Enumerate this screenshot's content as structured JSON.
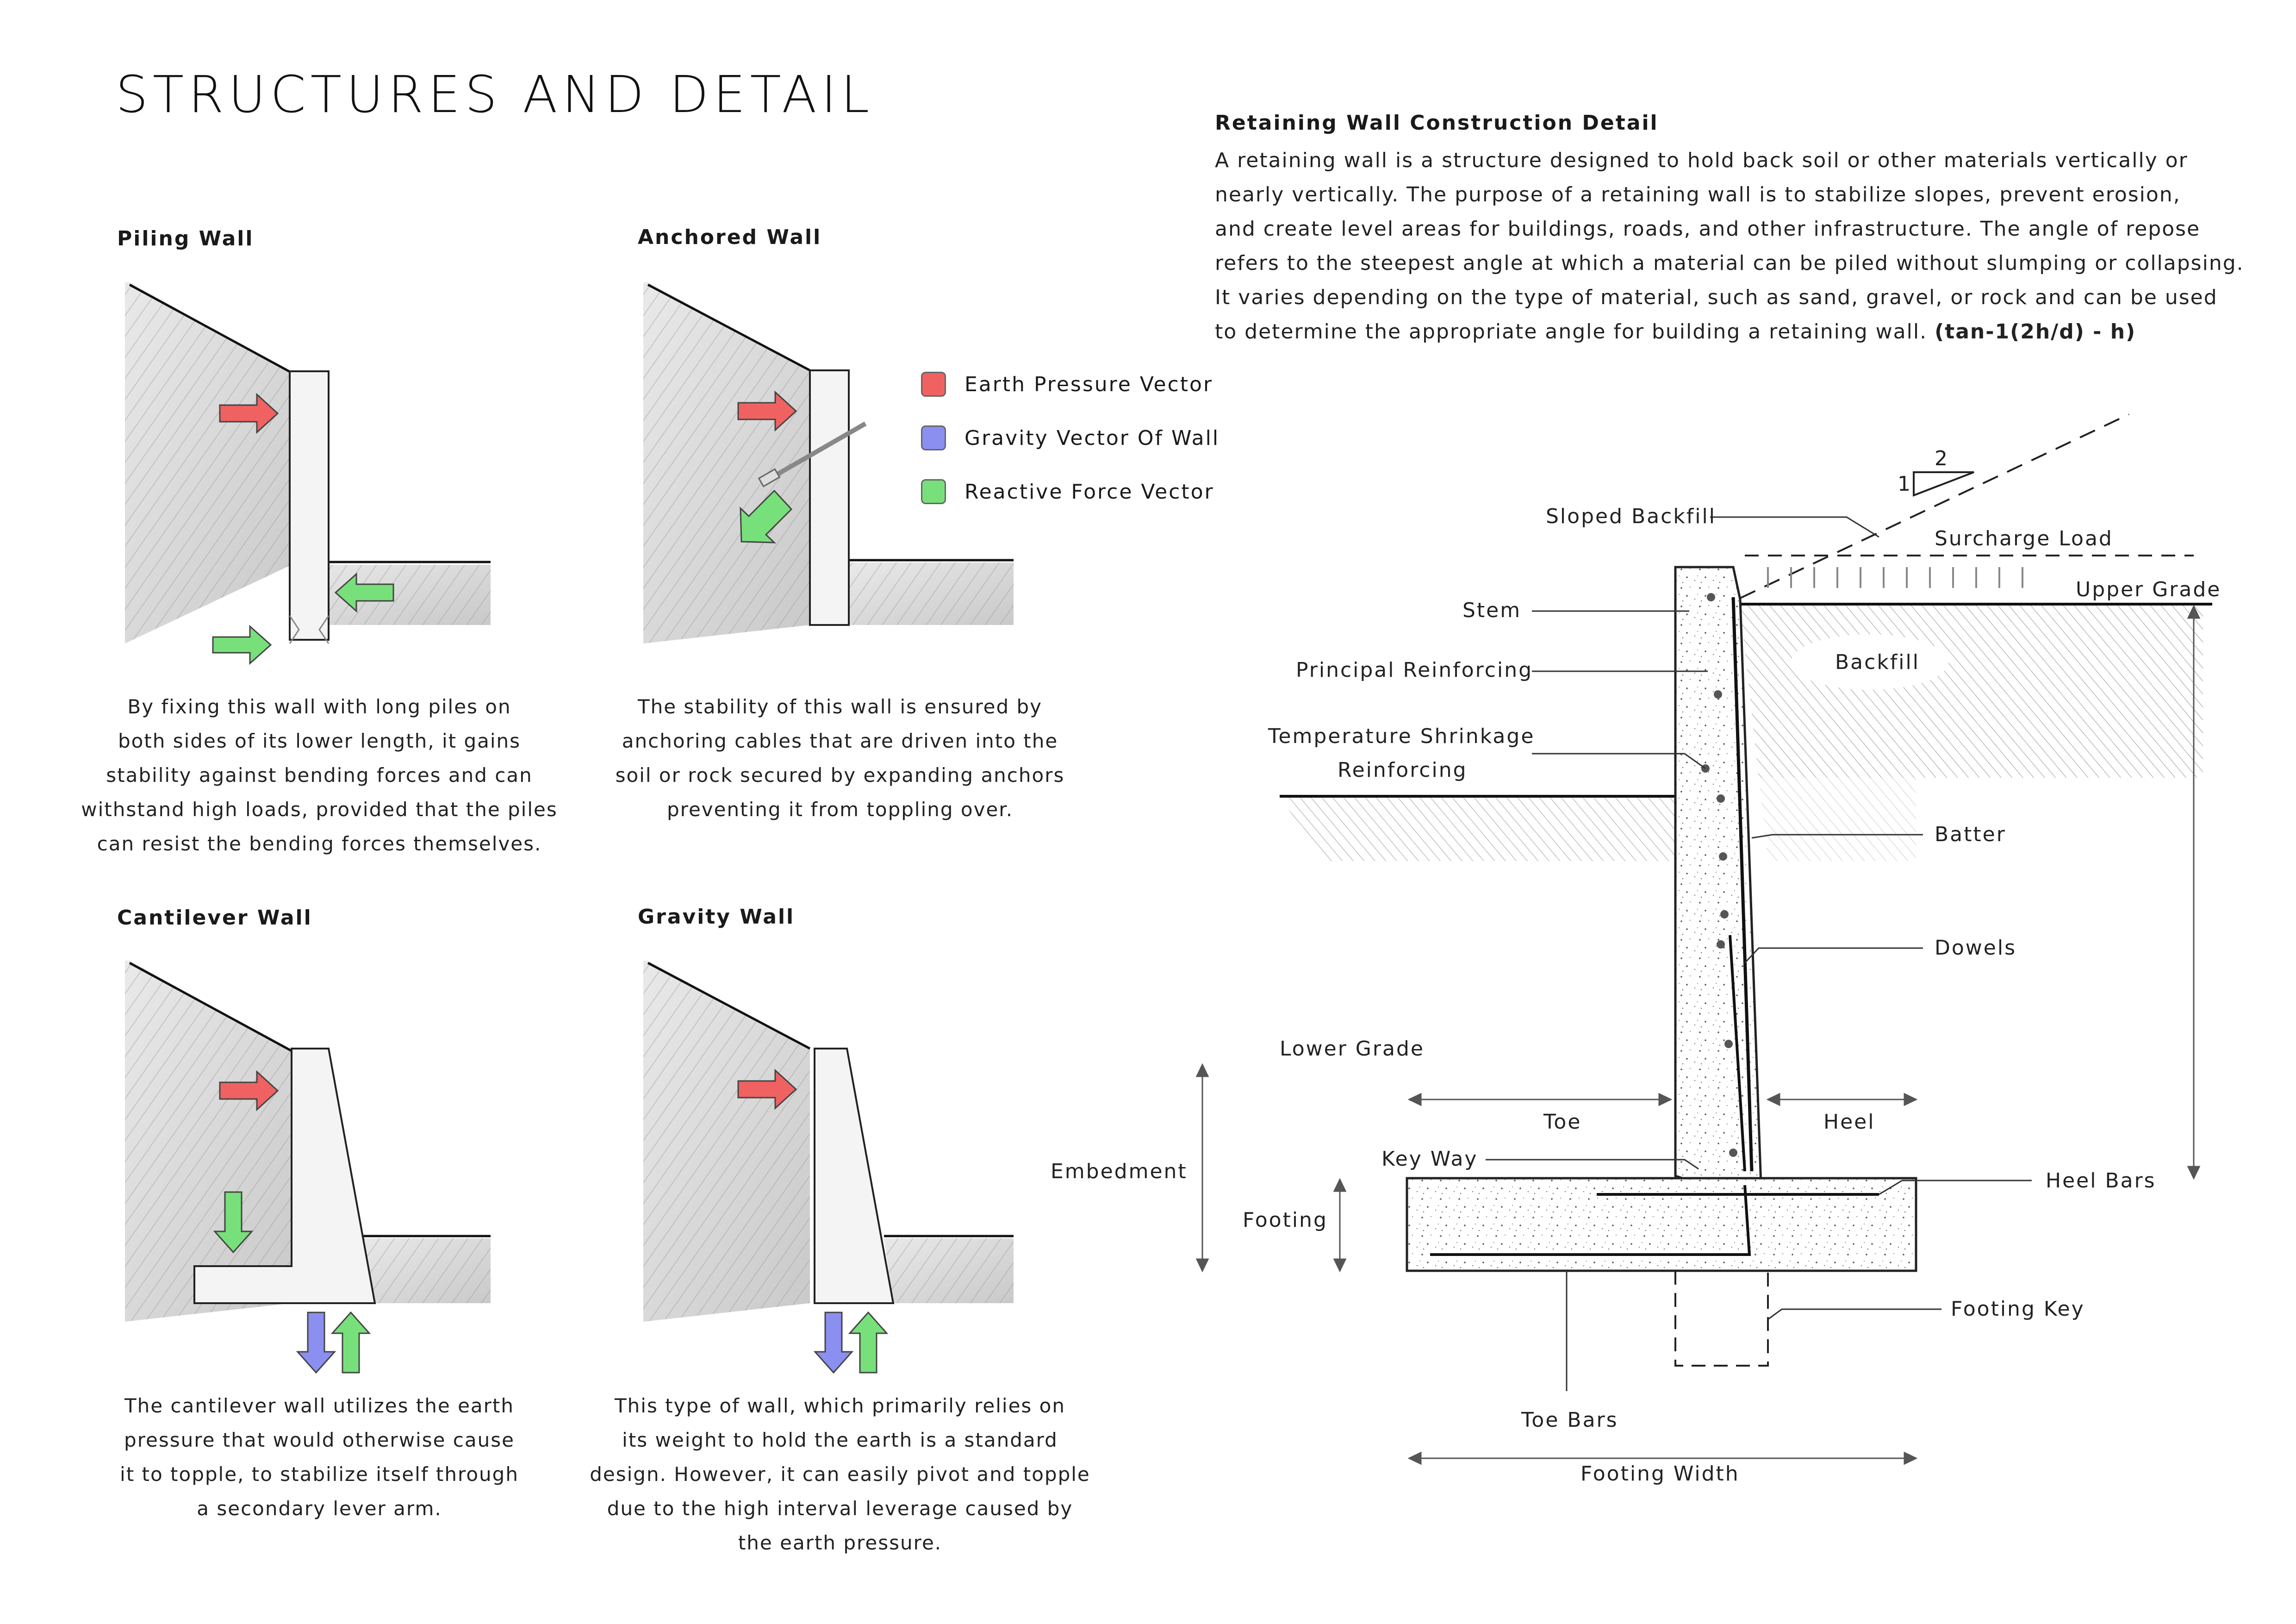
{
  "page_title": "STRUCTURES AND DETAIL",
  "legend": [
    {
      "label": "Earth Pressure Vector",
      "color": "#f06262",
      "icon": "red-square-icon"
    },
    {
      "label": "Gravity Vector Of Wall",
      "color": "#8a8ff0",
      "icon": "blue-square-icon"
    },
    {
      "label": "Reactive Force Vector",
      "color": "#78e07a",
      "icon": "green-square-icon"
    }
  ],
  "colors": {
    "earth": "#f06262",
    "gravity": "#8a8ff0",
    "reactive": "#78e07a",
    "wall": "#f2f2f2",
    "soil": "#d9d9d9"
  },
  "panels": {
    "piling": {
      "title": "Piling Wall",
      "caption": [
        "By fixing this wall with long piles on",
        "both sides of its lower length, it gains",
        "stability against bending forces and can",
        "withstand high loads, provided that the piles",
        "can resist the bending forces themselves."
      ]
    },
    "anchored": {
      "title": "Anchored Wall",
      "caption": [
        "The stability of this wall is ensured by",
        "anchoring cables that are driven into the",
        "soil or rock secured by expanding anchors",
        "preventing it from toppling over."
      ]
    },
    "cantilever": {
      "title": "Cantilever Wall",
      "caption": [
        "The cantilever wall utilizes the earth",
        "pressure that would otherwise cause",
        "it to topple, to stabilize itself through",
        "a secondary lever arm."
      ]
    },
    "gravity": {
      "title": "Gravity Wall",
      "caption": [
        "This type of wall, which primarily relies on",
        "its weight to hold the earth is a standard",
        "design. However, it can easily pivot and topple",
        "due to the high interval leverage caused by",
        "the earth pressure."
      ]
    }
  },
  "info": {
    "title": "Retaining Wall Construction Detail",
    "lines": [
      "A retaining wall is a structure designed to hold back soil or other materials vertically or",
      " nearly vertically. The purpose of a retaining wall is to stabilize slopes, prevent erosion,",
      "and create level areas for buildings, roads, and other infrastructure. The angle of repose",
      "refers to the steepest angle at which a material can be piled without slumping or collapsing.",
      "It varies depending on the type of material, such as sand, gravel, or rock and can be used",
      "to determine the appropriate angle for building a retaining wall."
    ],
    "formula": "(tan-1(2h/d) - h)"
  },
  "detail_labels": {
    "slope_run": "2",
    "slope_rise": "1",
    "sloped_backfill": "Sloped Backfill",
    "surcharge_load": "Surcharge Load",
    "upper_grade": "Upper Grade",
    "stem": "Stem",
    "backfill": "Backfill",
    "principal_reinforcing": "Principal Reinforcing",
    "temp_shrinkage_1": "Temperature Shrinkage",
    "temp_shrinkage_2": "Reinforcing",
    "batter": "Batter",
    "dowels": "Dowels",
    "lower_grade": "Lower Grade",
    "toe": "Toe",
    "heel": "Heel",
    "embedment": "Embedment",
    "key_way": "Key Way",
    "heel_bars": "Heel Bars",
    "footing": "Footing",
    "footing_key": "Footing Key",
    "toe_bars": "Toe Bars",
    "footing_width": "Footing Width"
  }
}
